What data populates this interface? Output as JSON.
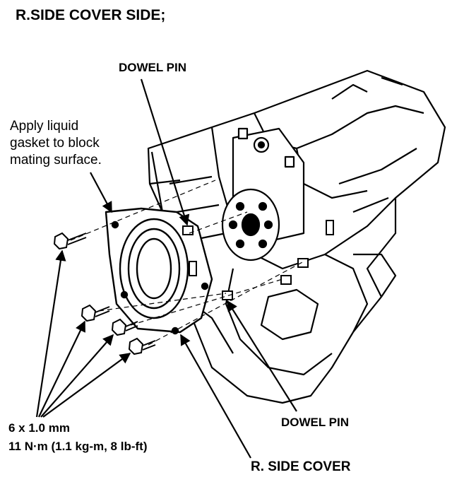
{
  "title": "R.SIDE COVER SIDE;",
  "labels": {
    "dowel_pin_top": "DOWEL PIN",
    "apply_line1": "Apply liquid",
    "apply_line2": "gasket to block",
    "apply_line3": "mating surface.",
    "bolt_size": "6 x 1.0 mm",
    "torque": "11 N·m (1.1 kg-m, 8 lb-ft)",
    "dowel_pin_bottom": "DOWEL PIN",
    "side_cover": "R. SIDE COVER"
  },
  "colors": {
    "ink": "#000000",
    "paper": "#ffffff"
  }
}
